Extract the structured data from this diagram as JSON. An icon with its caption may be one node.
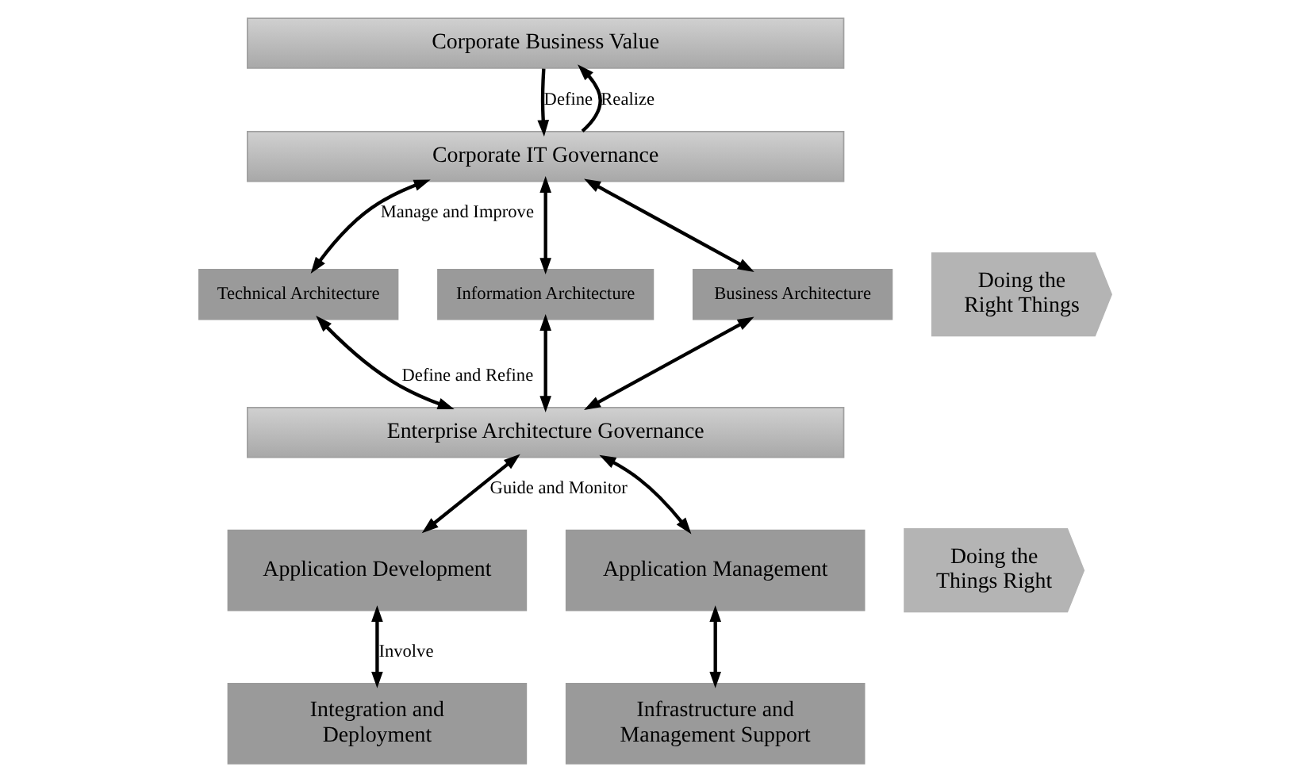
{
  "diagram": {
    "nodes": [
      {
        "text": [
          "Corporate Business Value"
        ]
      },
      {
        "text": [
          "Corporate IT Governance"
        ]
      },
      {
        "text": [
          "Technical Architecture"
        ]
      },
      {
        "text": [
          "Information Architecture"
        ]
      },
      {
        "text": [
          "Business Architecture"
        ]
      },
      {
        "text": [
          "Enterprise Architecture Governance"
        ]
      },
      {
        "text": [
          "Application Development"
        ]
      },
      {
        "text": [
          "Application Management"
        ]
      },
      {
        "text": [
          "Integration and Deployment"
        ]
      },
      {
        "text": [
          "Infrastructure and Management Support"
        ]
      },
      {
        "text": [
          "Doing the Right Things"
        ]
      },
      {
        "text": [
          "Doing the Things Right"
        ]
      }
    ],
    "edges": [
      {
        "from": 0,
        "to": 1,
        "arrow": "to",
        "label": "Define"
      },
      {
        "from": 1,
        "to": 0,
        "arrow": "to",
        "label": "Realize"
      },
      {
        "from": 1,
        "to": 2,
        "arrow": "both",
        "label": "Manage and Improve"
      },
      {
        "from": 1,
        "to": 3,
        "arrow": "both"
      },
      {
        "from": 1,
        "to": 4,
        "arrow": "both"
      },
      {
        "from": 2,
        "to": 5,
        "arrow": "both",
        "label": "Define and Refine"
      },
      {
        "from": 3,
        "to": 5,
        "arrow": "both"
      },
      {
        "from": 4,
        "to": 5,
        "arrow": "both"
      },
      {
        "from": 5,
        "to": 6,
        "arrow": "both",
        "label": "Guide and Monitor"
      },
      {
        "from": 5,
        "to": 7,
        "arrow": "both"
      },
      {
        "from": 6,
        "to": 8,
        "arrow": "both",
        "label": "Involve"
      },
      {
        "from": 7,
        "to": 9,
        "arrow": "both"
      }
    ]
  }
}
